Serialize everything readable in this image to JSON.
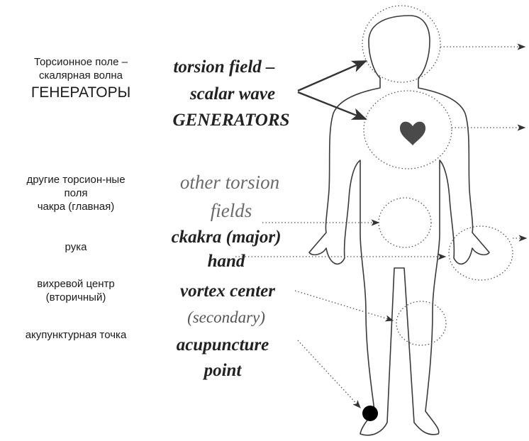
{
  "russian_labels": {
    "torsion_line1": "Торсионное поле –",
    "torsion_line2": "скалярная волна",
    "generators": "ГЕНЕРАТОРЫ",
    "other_line1": "другие торсион-ные",
    "other_line2": "поля",
    "chakra": "чакра (главная)",
    "hand": "рука",
    "vortex_line1": "вихревой центр",
    "vortex_line2": "(вторичный)",
    "acupuncture": "акупунктурная точка"
  },
  "english_labels": {
    "torsion_field": "torsion field –",
    "scalar_wave": "scalar wave",
    "generators": "GENERATORS",
    "other_torsion": "other torsion",
    "fields": "fields",
    "chakra": "ckakra (major)",
    "hand": "hand",
    "vortex_center": "vortex center",
    "secondary": "(secondary)",
    "acupuncture": "acupuncture",
    "point": "point"
  },
  "colors": {
    "outline": "#3a3a3a",
    "dotted": "#555555",
    "arrow": "#333333",
    "heart": "#4a4a4a",
    "acupoint": "#000000"
  },
  "icons": {
    "heart": "heart-icon",
    "point": "acupuncture-point-dot"
  }
}
